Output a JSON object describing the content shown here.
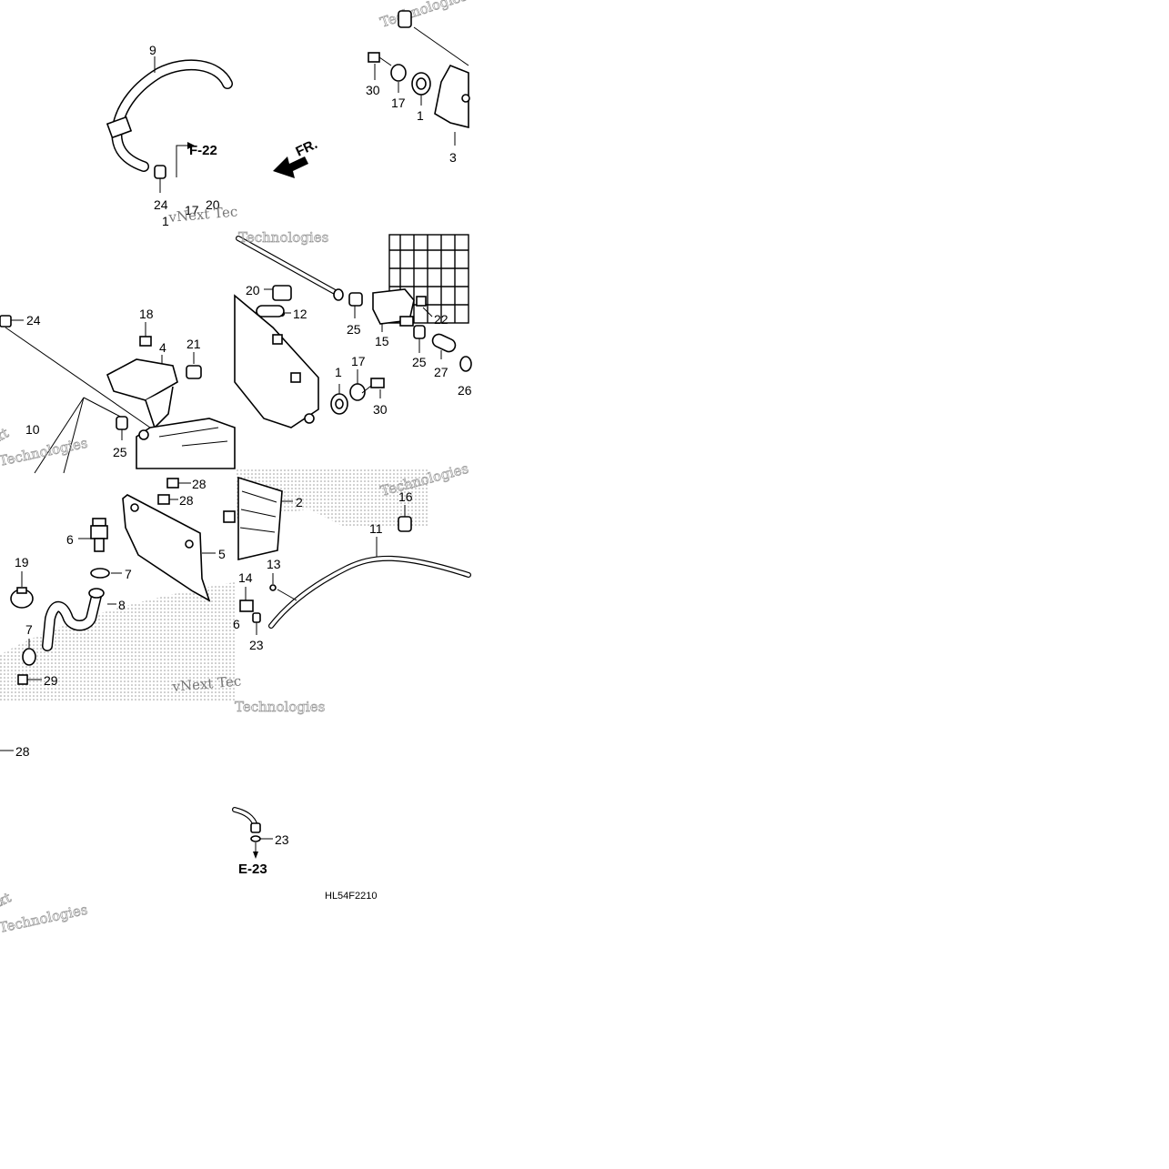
{
  "diagram": {
    "drawing_code": "HL54F2210",
    "refs": {
      "f22": "F-22",
      "e23": "E-23",
      "front": "FR."
    },
    "watermark": {
      "line1": "vNext Tec",
      "line2": "Technologies",
      "line3": "Technologies",
      "line4": "ext"
    },
    "tiles": {
      "top_left": {
        "hose_label": "9",
        "clamp_label": "24",
        "extra": [
          "17",
          "20",
          "1"
        ]
      },
      "top_right": {
        "bolt": "30",
        "washer": "17",
        "grommet": "1",
        "bracket": "3"
      },
      "mid_left": {
        "clamp": "24",
        "nut": "18",
        "cover": "4",
        "plug": "21",
        "band": "25",
        "pipe": "10"
      },
      "mid_right": {
        "clip": "20",
        "tube": "12",
        "band_a": "25",
        "valve": "15",
        "bolt": "22",
        "band_b": "25",
        "hose": "27",
        "grommet": "1",
        "washer": "17",
        "bolt_b": "30",
        "partial": "26"
      },
      "bottom_left": {
        "bolt_a": "28",
        "bolt_b": "28",
        "sensor": "6",
        "oring_a": "7",
        "plate": "5",
        "clamp": "19",
        "elbow": "8",
        "oring_b": "7",
        "bolt_c": "29",
        "bolt_d": "28"
      },
      "bottom_right": {
        "canister": "2",
        "cap": "16",
        "tube": "11",
        "tie": "13",
        "nut": "14",
        "sensor": "6",
        "clip_a": "23",
        "clip_b": "23"
      }
    }
  }
}
